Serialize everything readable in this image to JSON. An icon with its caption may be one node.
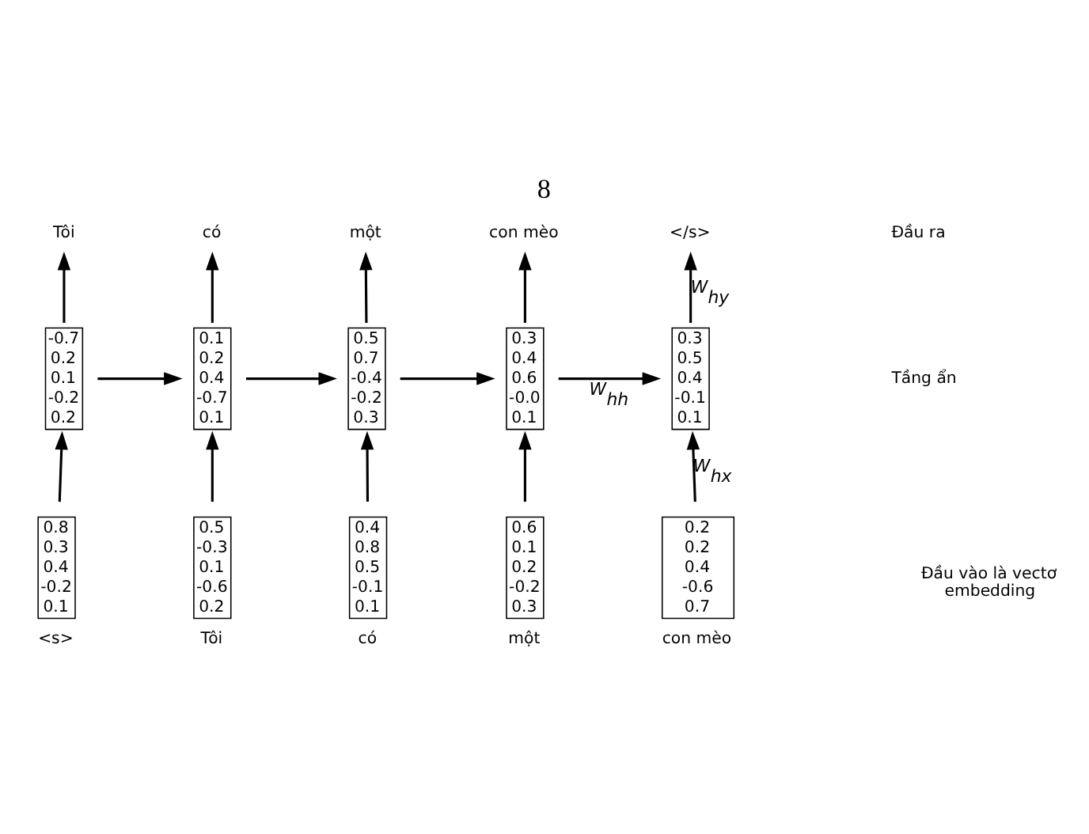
{
  "diagram": {
    "title": "8",
    "nodes": [
      {
        "text": [
          "Tôi"
        ]
      },
      {
        "text": [
          "có"
        ]
      },
      {
        "text": [
          "một"
        ]
      },
      {
        "text": [
          "con mèo"
        ]
      },
      {
        "text": [
          "</s>"
        ]
      },
      {
        "text": [
          "-0.7",
          "0.2",
          "0.1",
          "-0.2",
          "0.2"
        ]
      },
      {
        "text": [
          "0.1",
          "0.2",
          "0.4",
          "-0.7",
          "0.1"
        ]
      },
      {
        "text": [
          "0.5",
          "0.7",
          "-0.4",
          "-0.2",
          "0.3"
        ]
      },
      {
        "text": [
          "0.3",
          "0.4",
          "0.6",
          "-0.0",
          "0.1"
        ]
      },
      {
        "text": [
          "0.3",
          "0.5",
          "0.4",
          "-0.1",
          "0.1"
        ]
      },
      {
        "text": [
          "0.8",
          "0.3",
          "0.4",
          "-0.2",
          "0.1"
        ],
        "beside": [
          "<s>"
        ]
      },
      {
        "text": [
          "0.5",
          "-0.3",
          "0.1",
          "-0.6",
          "0.2"
        ],
        "beside": [
          "Tôi"
        ]
      },
      {
        "text": [
          "0.4",
          "0.8",
          "0.5",
          "-0.1",
          "0.1"
        ],
        "beside": [
          "có"
        ]
      },
      {
        "text": [
          "0.6",
          "0.1",
          "0.2",
          "-0.2",
          "0.3"
        ],
        "beside": [
          "một"
        ]
      },
      {
        "text": [
          "0.2",
          "0.2",
          "0.4",
          "-0.6",
          "0.7"
        ],
        "beside": [
          "con mèo"
        ]
      }
    ],
    "edges": [
      {
        "from": 5,
        "to": 0,
        "arrow": "to"
      },
      {
        "from": 6,
        "to": 1,
        "arrow": "to"
      },
      {
        "from": 7,
        "to": 2,
        "arrow": "to"
      },
      {
        "from": 8,
        "to": 3,
        "arrow": "to"
      },
      {
        "from": 9,
        "to": 4,
        "arrow": "to",
        "label": "W$_{hy}$"
      },
      {
        "from": 5,
        "to": 6,
        "arrow": "to"
      },
      {
        "from": 6,
        "to": 7,
        "arrow": "to"
      },
      {
        "from": 7,
        "to": 8,
        "arrow": "to"
      },
      {
        "from": 8,
        "to": 9,
        "arrow": "to",
        "label": "W$_{hh}$"
      },
      {
        "from": 10,
        "to": 5,
        "arrow": "to"
      },
      {
        "from": 11,
        "to": 6,
        "arrow": "to"
      },
      {
        "from": 12,
        "to": 7,
        "arrow": "to"
      },
      {
        "from": 13,
        "to": 8,
        "arrow": "to"
      },
      {
        "from": 14,
        "to": 9,
        "arrow": "to",
        "label": "W$_{hx}$"
      }
    ],
    "labels": [
      "Đầu ra",
      "Tầng ẩn",
      "Đầu vào là vectơ embedding"
    ]
  }
}
